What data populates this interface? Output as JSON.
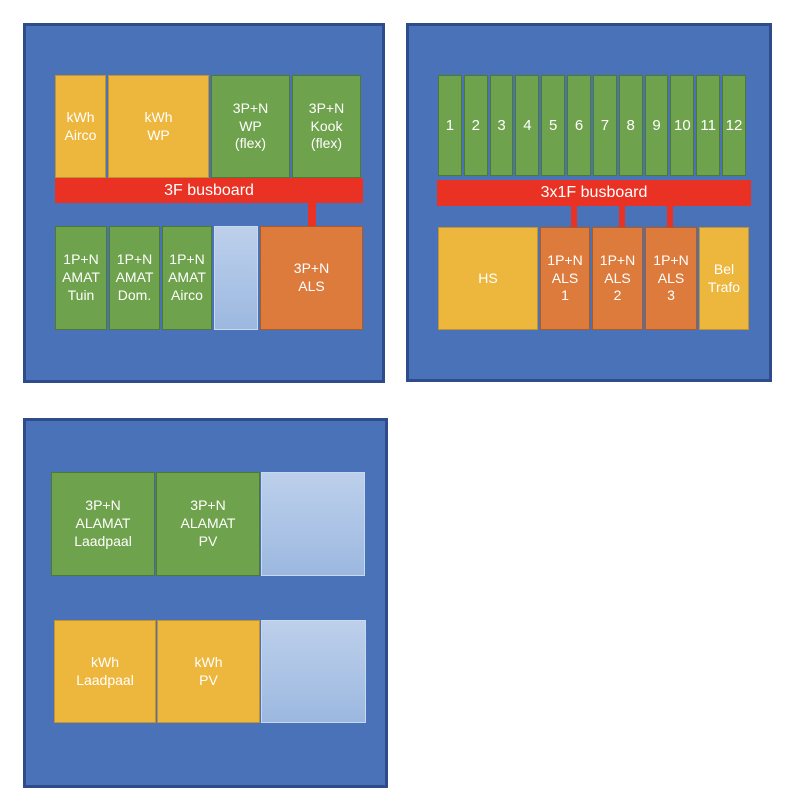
{
  "colors": {
    "panel_blue": "#4A72B8",
    "panel_border_blue": "#2E4C8C",
    "meter_yellow": "#EDB63D",
    "breaker_green": "#6FA24C",
    "als_orange": "#DC7B3C",
    "busboard_red": "#E93223",
    "spare_light_blue": "#AFC6E8",
    "text_white": "#FFFFFF"
  },
  "panel1": {
    "busboard_label": "3F busboard",
    "top_row": [
      {
        "label": "kWh\nAirco"
      },
      {
        "label": "kWh\nWP"
      },
      {
        "label": "3P+N\nWP\n(flex)"
      },
      {
        "label": "3P+N\nKook\n(flex)"
      }
    ],
    "bottom_row": [
      {
        "label": "1P+N\nAMAT\nTuin"
      },
      {
        "label": "1P+N\nAMAT\nDom."
      },
      {
        "label": "1P+N\nAMAT\nAirco"
      },
      {
        "label": "3P+N\nALS"
      }
    ]
  },
  "panel2": {
    "busboard_label": "3x1F busboard",
    "slots": [
      "1",
      "2",
      "3",
      "4",
      "5",
      "6",
      "7",
      "8",
      "9",
      "10",
      "11",
      "12"
    ],
    "bottom_row": [
      {
        "label": "HS"
      },
      {
        "label": "1P+N\nALS\n1"
      },
      {
        "label": "1P+N\nALS\n2"
      },
      {
        "label": "1P+N\nALS\n3"
      },
      {
        "label": "Bel\nTrafo"
      }
    ]
  },
  "panel3": {
    "row1": [
      {
        "label": "3P+N\nALAMAT\nLaadpaal"
      },
      {
        "label": "3P+N\nALAMAT\nPV"
      }
    ],
    "row2": [
      {
        "label": "kWh\nLaadpaal"
      },
      {
        "label": "kWh\nPV"
      }
    ]
  }
}
